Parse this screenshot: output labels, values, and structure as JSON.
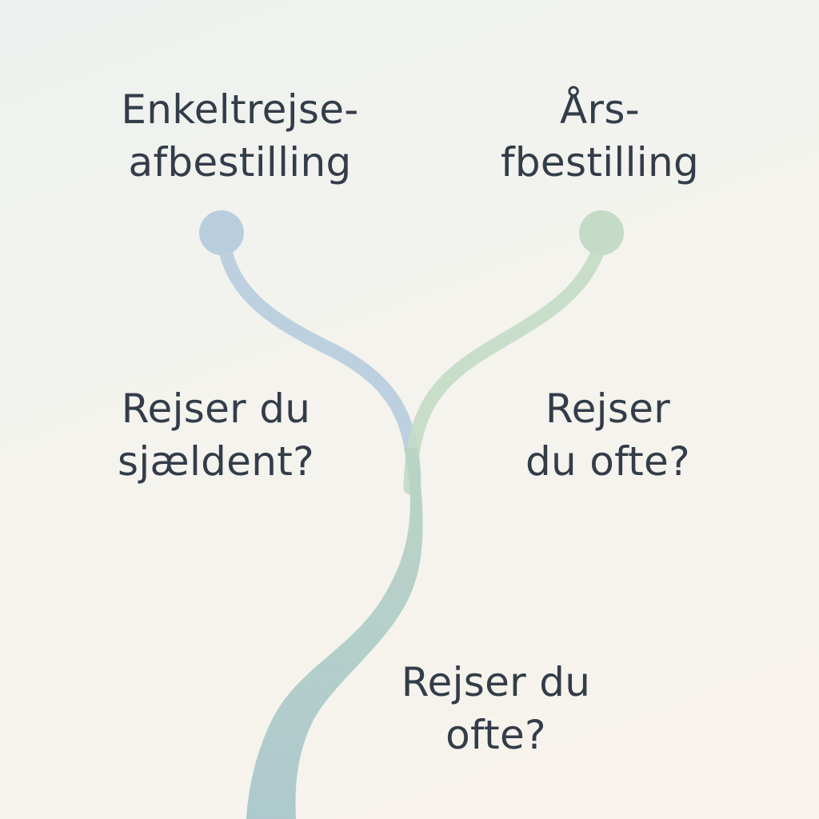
{
  "diagram": {
    "branches": {
      "left": {
        "title_lines": [
          "Enkeltrejse-",
          "afbestilling"
        ],
        "question_lines": [
          "Rejser du",
          "sjældent?"
        ],
        "color": "#b8cede"
      },
      "right": {
        "title_lines": [
          "Års-",
          "fbestilling"
        ],
        "question_lines": [
          "Rejser",
          "du ofte?"
        ],
        "color": "#c3dbc7"
      }
    },
    "root": {
      "question_lines": [
        "Rejser du",
        "ofte?"
      ],
      "color": "#a9c7cb"
    },
    "text_color": "#333d49"
  }
}
